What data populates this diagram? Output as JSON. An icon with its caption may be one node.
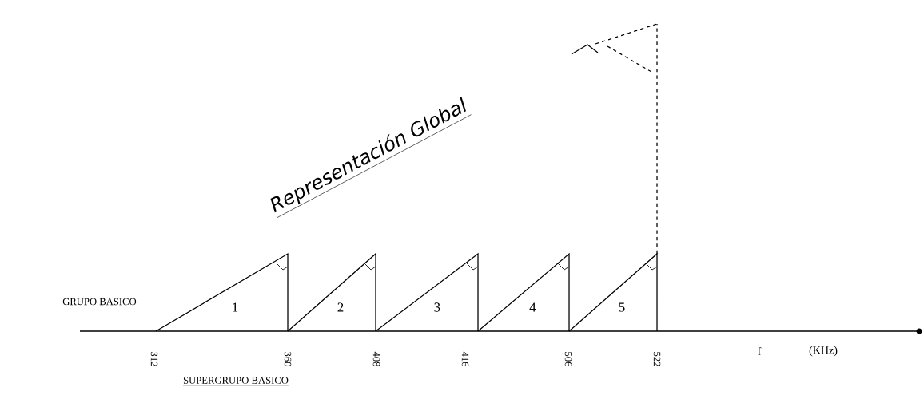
{
  "diagram": {
    "nodes": [
      {
        "text": [
          "1"
        ]
      },
      {
        "text": [
          "2"
        ]
      },
      {
        "text": [
          "3"
        ]
      },
      {
        "text": [
          "4"
        ]
      },
      {
        "text": [
          "5"
        ]
      }
    ],
    "labels": [
      "Representación Global",
      "GRUPO BASICO",
      "312",
      "360",
      "408",
      "416",
      "506",
      "522",
      "f",
      "(KHz)",
      "SUPERGRUPO BASICO"
    ]
  }
}
